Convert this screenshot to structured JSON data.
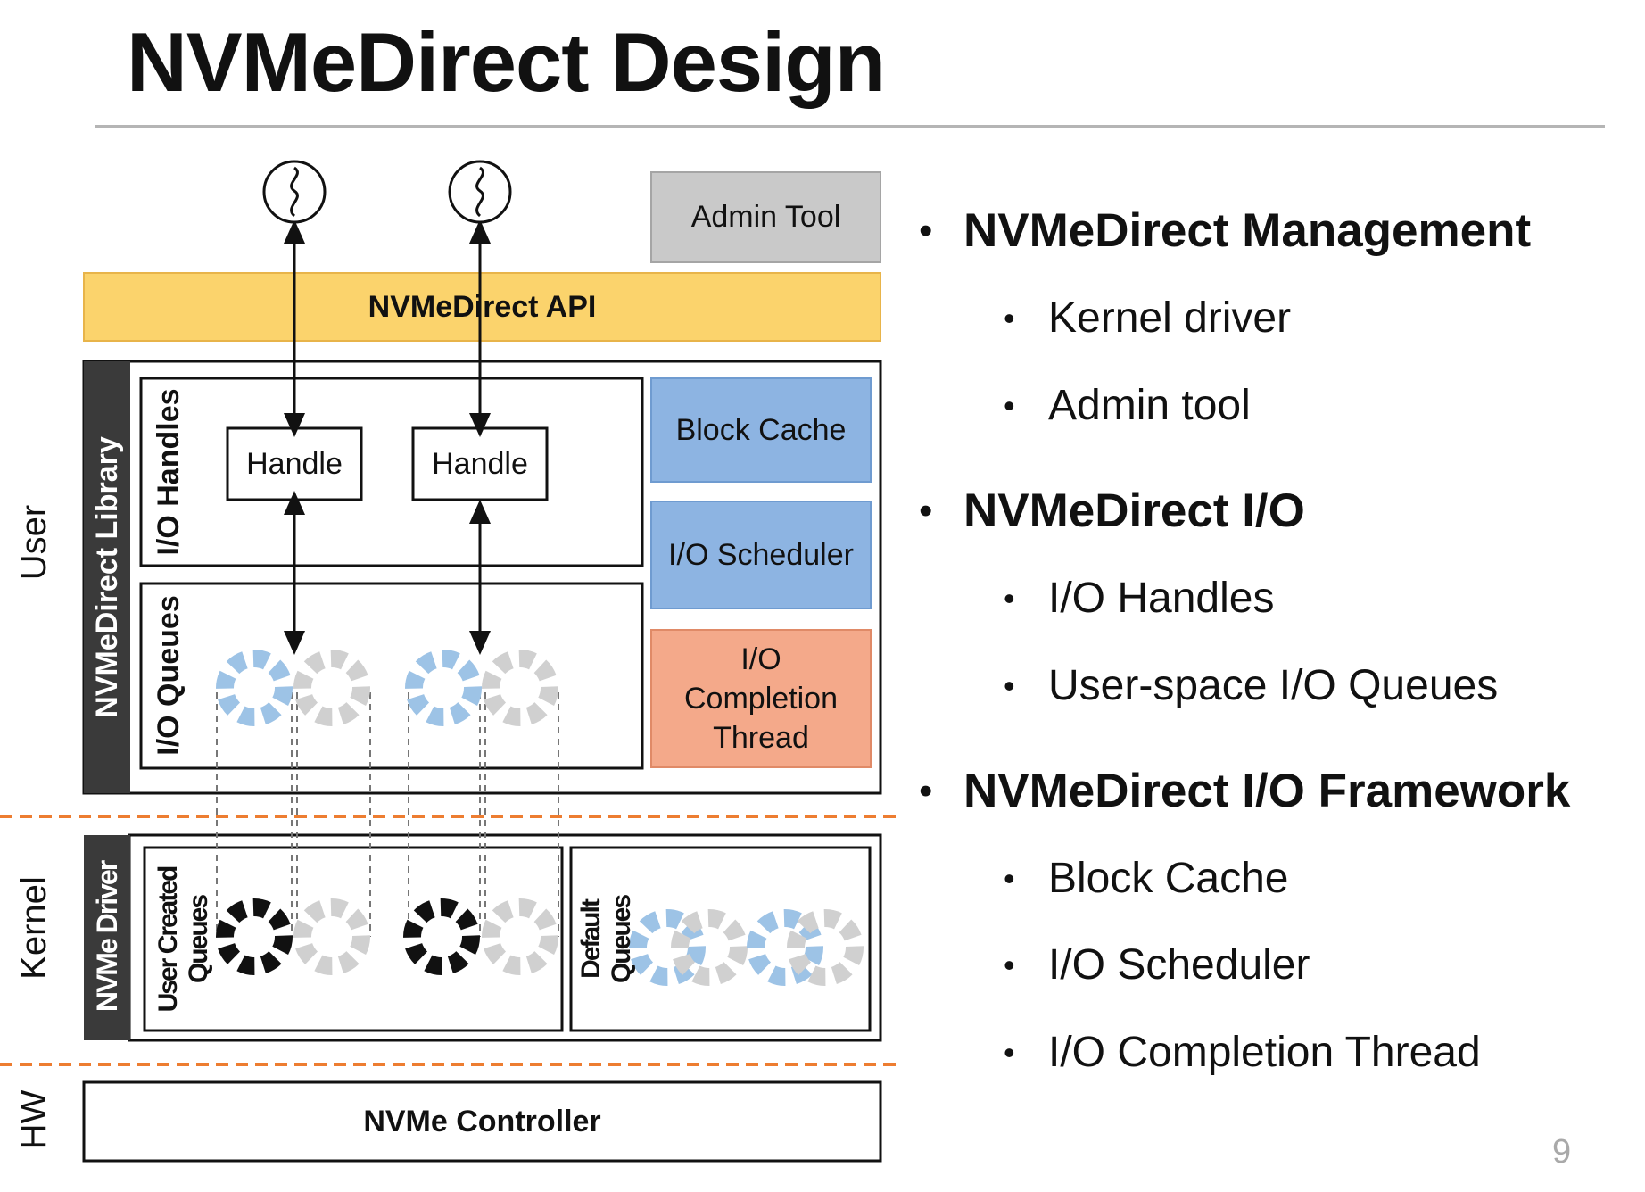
{
  "title": "NVMeDirect Design",
  "diagram": {
    "admin_tool": "Admin Tool",
    "api": "NVMeDirect API",
    "library": "NVMeDirect Library",
    "io_handles": "I/O Handles",
    "io_queues": "I/O Queues",
    "handle_1": "Handle",
    "handle_2": "Handle",
    "block_cache": "Block Cache",
    "io_scheduler": "I/O Scheduler",
    "completion_line1": "I/O",
    "completion_line2": "Completion",
    "completion_line3": "Thread",
    "driver": "NVMe Driver",
    "user_created_line1": "User Created",
    "user_created_line2": "Queues",
    "default_line1": "Default",
    "default_line2": "Queues",
    "controller": "NVMe Controller",
    "layer_user": "User",
    "layer_kernel": "Kernel",
    "layer_hw": "HW",
    "colors": {
      "api_yellow": "#FBD36C",
      "admin_gray": "#C9C9C9",
      "blue_box": "#8DB4E2",
      "orange_box": "#F4A98A",
      "queue_blue": "#9DC3E6",
      "queue_gray": "#D0D0D0",
      "queue_black": "#111111",
      "dash_orange": "#ED7D31",
      "sidebar_dark": "#3A3A3A"
    }
  },
  "bullets": [
    {
      "level": 1,
      "text": "NVMeDirect Management"
    },
    {
      "level": 2,
      "text": "Kernel driver"
    },
    {
      "level": 2,
      "text": "Admin tool"
    },
    {
      "level": 1,
      "text": "NVMeDirect I/O"
    },
    {
      "level": 2,
      "text": "I/O Handles"
    },
    {
      "level": 2,
      "text": "User-space I/O Queues"
    },
    {
      "level": 1,
      "text": "NVMeDirect I/O Framework"
    },
    {
      "level": 2,
      "text": "Block Cache"
    },
    {
      "level": 2,
      "text": "I/O Scheduler"
    },
    {
      "level": 2,
      "text": "I/O Completion Thread"
    }
  ],
  "page_number": "9"
}
